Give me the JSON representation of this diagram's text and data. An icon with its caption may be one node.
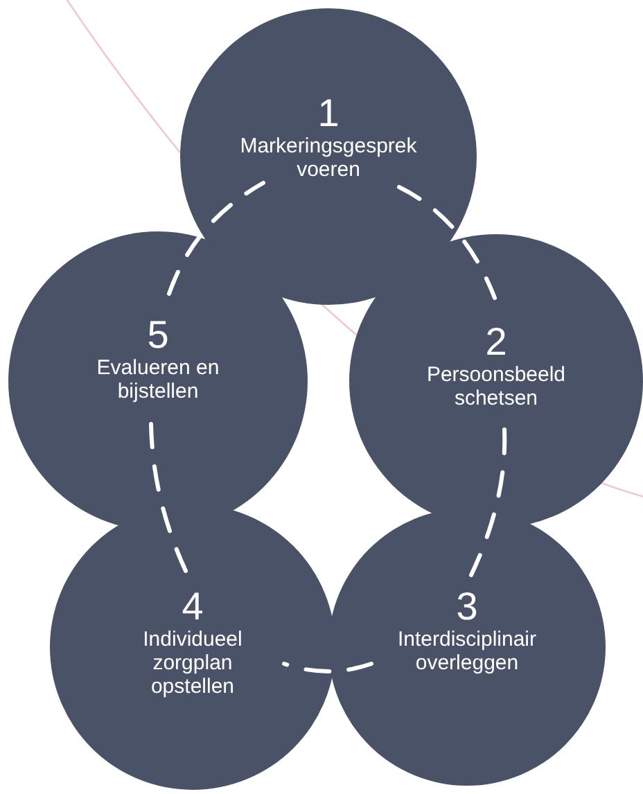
{
  "diagram": {
    "nodes": [
      {
        "text": [
          "1",
          "Markeringsgesprek voeren"
        ]
      },
      {
        "text": [
          "2",
          "Persoonsbeeld schetsen"
        ]
      },
      {
        "text": [
          "3",
          "Interdisciplinair overleggen"
        ]
      },
      {
        "text": [
          "4",
          "Individueel zorgplan opstellen"
        ]
      },
      {
        "text": [
          "5",
          "Evalueren en bijstellen"
        ]
      }
    ],
    "edges": [
      {
        "from": 0,
        "to": 1,
        "arrow": "none",
        "style": "dashed"
      },
      {
        "from": 1,
        "to": 2,
        "arrow": "none",
        "style": "dashed"
      },
      {
        "from": 2,
        "to": 3,
        "arrow": "none",
        "style": "dashed"
      },
      {
        "from": 3,
        "to": 4,
        "arrow": "none",
        "style": "dashed"
      },
      {
        "from": 4,
        "to": 0,
        "arrow": "none",
        "style": "dashed"
      }
    ]
  }
}
